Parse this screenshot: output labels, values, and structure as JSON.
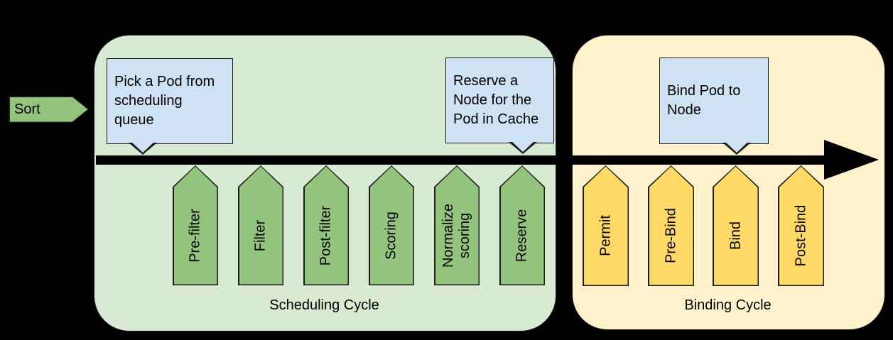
{
  "colors": {
    "canvas-bg": "#000000",
    "scheduling-bg": "#D9EAD3",
    "scheduling-arrow": "#93C47D",
    "binding-bg": "#FFF2CC",
    "binding-arrow": "#FFD966",
    "callout-bg": "#CFE2F3",
    "outline": "#1c1c1c",
    "timeline": "#000000",
    "text": "#000000"
  },
  "sort": {
    "label": "Sort"
  },
  "scheduling_cycle": {
    "title": "Scheduling Cycle",
    "steps": [
      "Pre-filter",
      "Filter",
      "Post-filter",
      "Scoring",
      "Normalize scoring",
      "Reserve"
    ]
  },
  "binding_cycle": {
    "title": "Binding Cycle",
    "steps": [
      "Permit",
      "Pre-Bind",
      "Bind",
      "Post-Bind"
    ]
  },
  "callouts": {
    "pick_pod": {
      "lines": [
        "Pick a Pod from",
        "scheduling",
        "queue"
      ]
    },
    "reserve_node": {
      "lines": [
        "Reserve a",
        "Node for the",
        "Pod in Cache"
      ]
    },
    "bind_pod": {
      "lines": [
        "Bind Pod to",
        "Node"
      ]
    }
  }
}
